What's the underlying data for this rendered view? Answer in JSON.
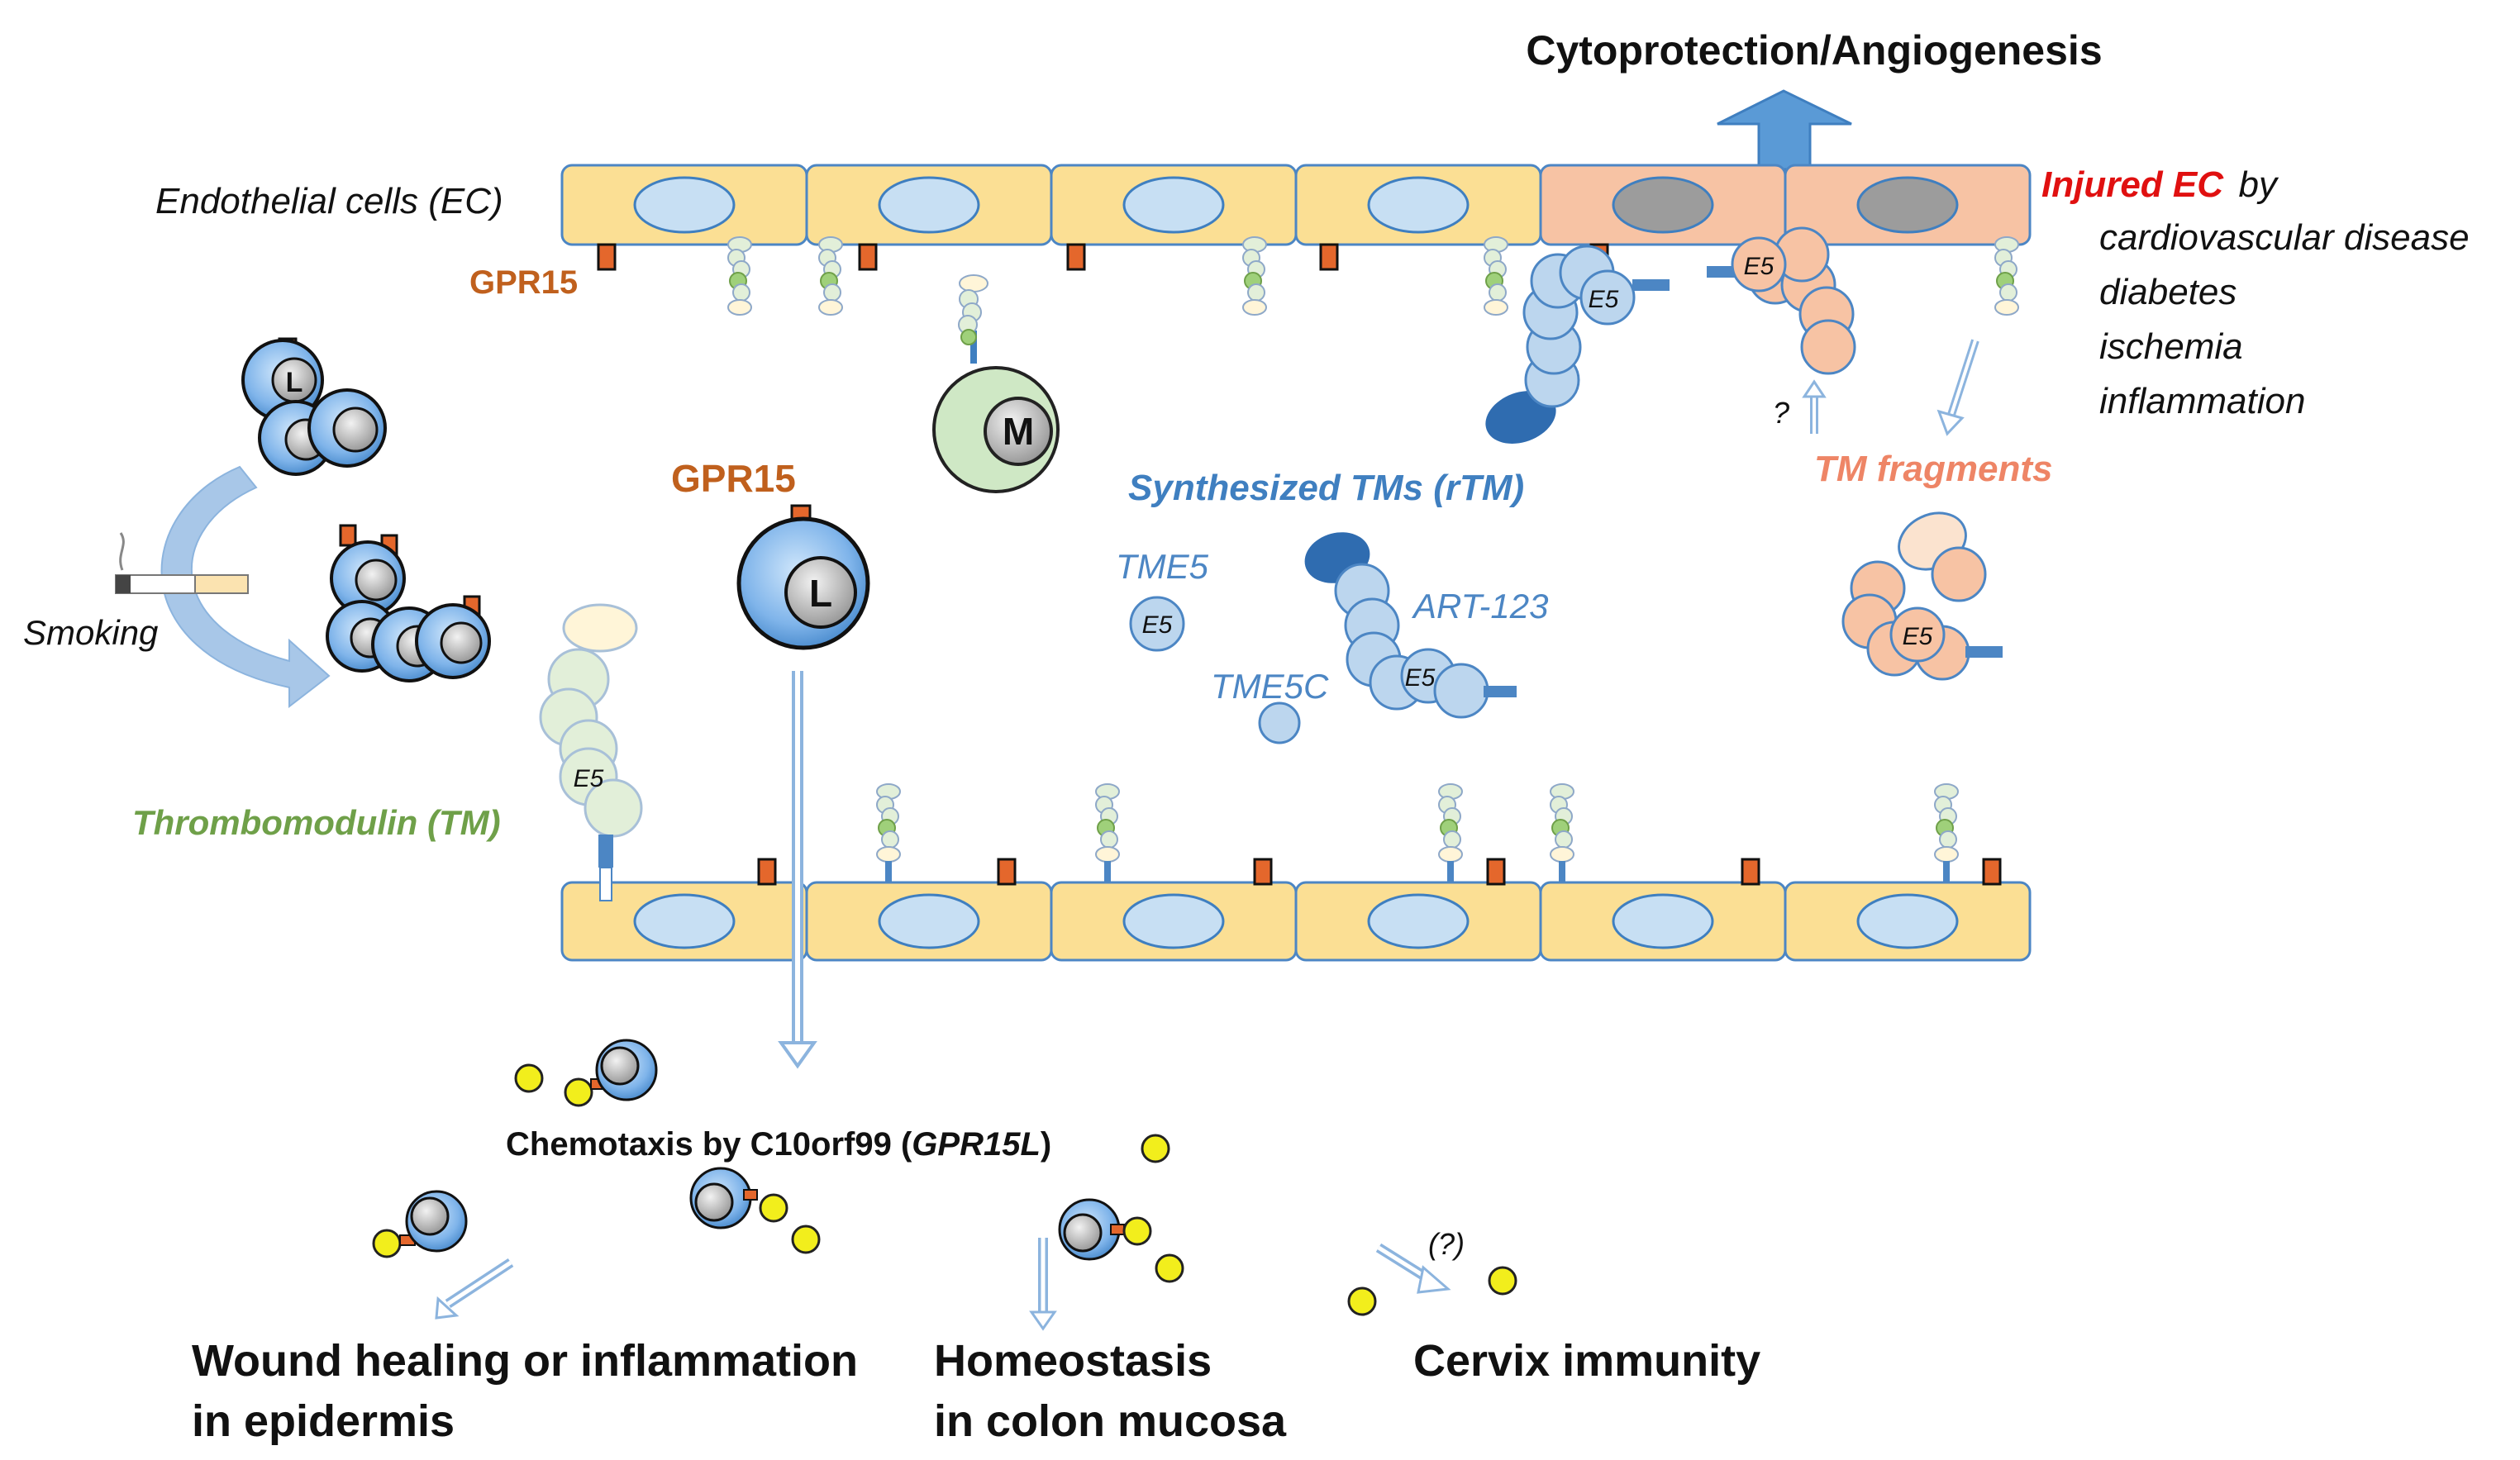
{
  "title": "Cytoprotection/Angiogenesis",
  "labels": {
    "endothelial_cells": "Endothelial cells  (EC)",
    "gpr15_small": "GPR15",
    "gpr15_large": "GPR15",
    "injured_ec_red": "Injured EC",
    "injured_ec_by": "by",
    "tm_fragments": "TM fragments",
    "question_small": "?",
    "synthesized_tms": "Synthesized TMs (rTM)",
    "tme5": "TME5",
    "tme5c": "TME5C",
    "art123": "ART-123",
    "thrombomodulin": "Thrombomodulin  (TM)",
    "smoking": "Smoking",
    "chemotaxis_prefix": "Chemotaxis by C10orf99 (",
    "chemotaxis_ital": "GPR15L",
    "chemotaxis_suffix": ")",
    "question_paren": "(?)",
    "e5": "E5",
    "cell_L": "L",
    "cell_M": "M"
  },
  "causes": [
    "cardiovascular disease",
    "diabetes",
    "ischemia",
    "inflammation"
  ],
  "outcomes": {
    "wound_line1": "Wound healing or inflammation",
    "wound_line2": "in epidermis",
    "homeostasis_line1": "Homeostasis",
    "homeostasis_line2": "in colon mucosa",
    "cervix": "Cervix immunity"
  },
  "colors": {
    "ec_fill": "#fbdf94",
    "injured_fill": "#f7c3a4",
    "nucleus_fill": "#c7dff3",
    "gpr15": "#e4672c",
    "tm_green": "#e2efd9",
    "tm_blue": "#bcd6ee",
    "tm_peach": "#f7c3a4",
    "arrow_blue": "#4f8fd0",
    "ligand_yellow": "#f2ee1c"
  }
}
